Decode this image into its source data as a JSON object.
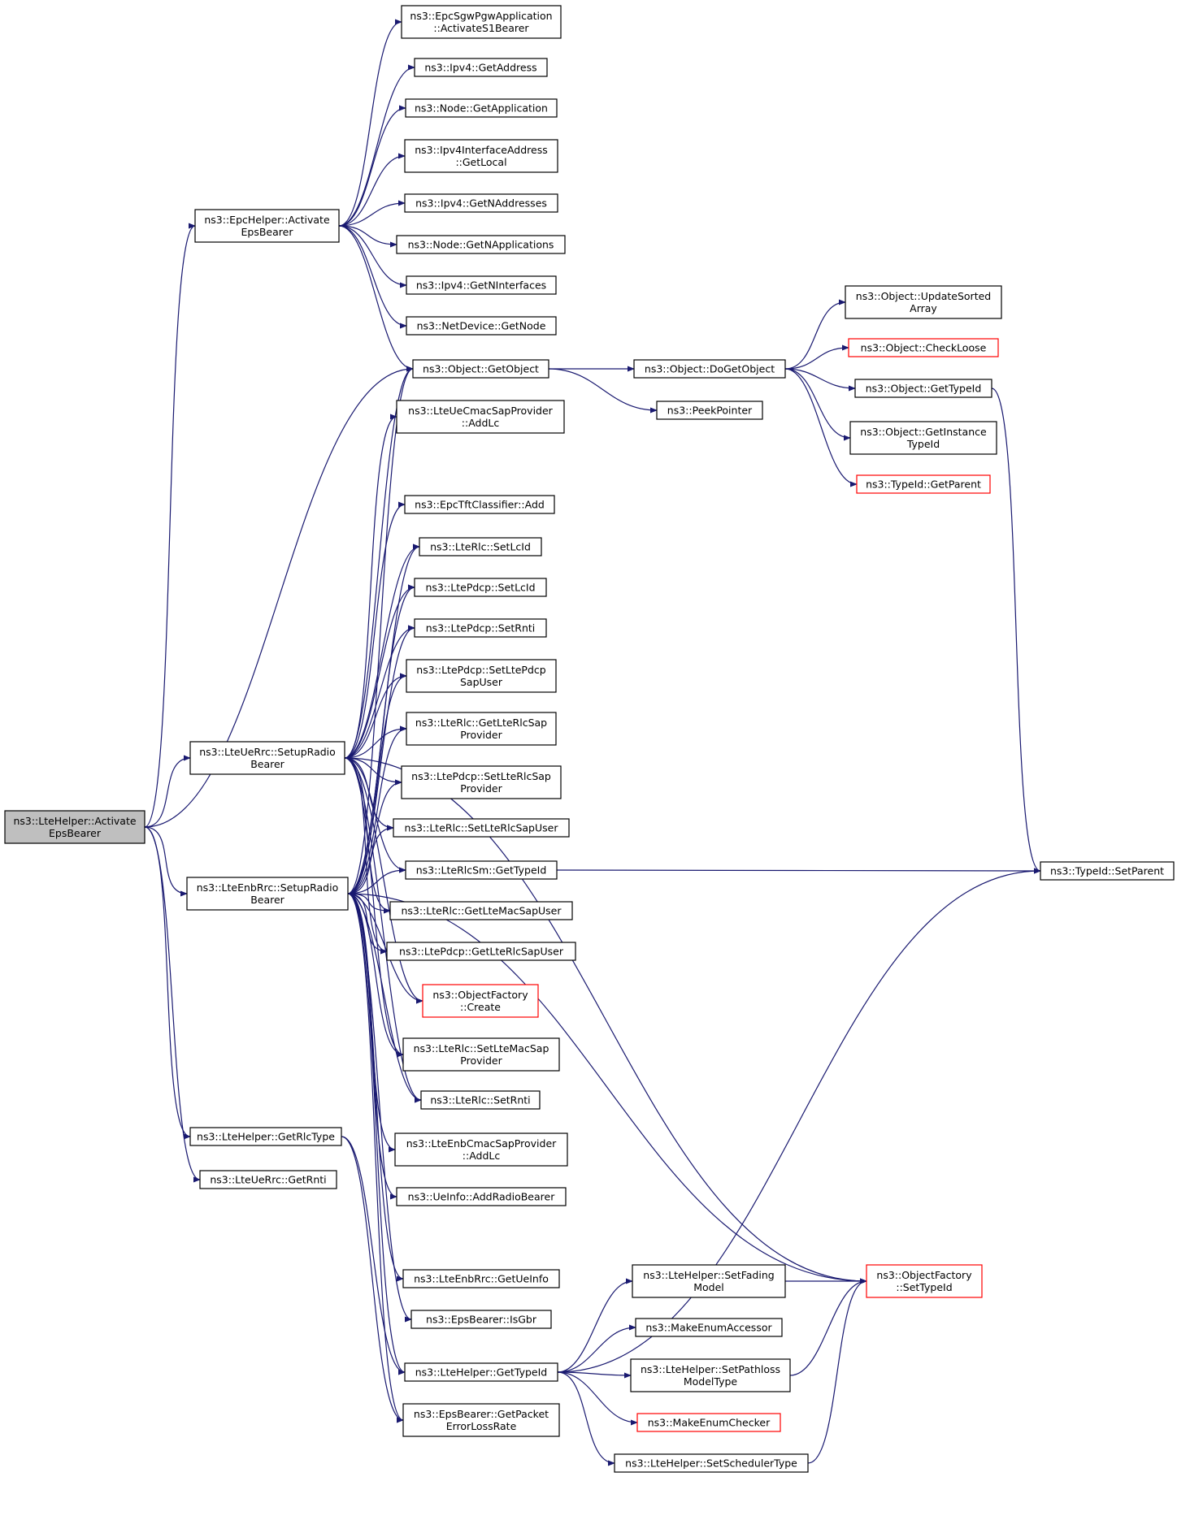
{
  "colors": {
    "edge": "#191970",
    "node_border": "#000000",
    "node_border_truncated": "#ff0000",
    "node_fill": "#ffffff",
    "root_fill": "#bfbfbf"
  },
  "nodes": [
    {
      "id": "root",
      "lines": [
        "ns3::LteHelper::Activate",
        "EpsBearer"
      ],
      "border": "black",
      "fill": "gray"
    },
    {
      "id": "epc_activate",
      "lines": [
        "ns3::EpcHelper::Activate",
        "EpsBearer"
      ],
      "border": "black"
    },
    {
      "id": "uerrc_setup",
      "lines": [
        "ns3::LteUeRrc::SetupRadio",
        "Bearer"
      ],
      "border": "black"
    },
    {
      "id": "enbrrc_setup",
      "lines": [
        "ns3::LteEnbRrc::SetupRadio",
        "Bearer"
      ],
      "border": "black"
    },
    {
      "id": "getrlctype",
      "lines": [
        "ns3::LteHelper::GetRlcType"
      ],
      "border": "black"
    },
    {
      "id": "uerrc_getrnti",
      "lines": [
        "ns3::LteUeRrc::GetRnti"
      ],
      "border": "black"
    },
    {
      "id": "activates1",
      "lines": [
        "ns3::EpcSgwPgwApplication",
        "::ActivateS1Bearer"
      ],
      "border": "black"
    },
    {
      "id": "ipv4_getaddress",
      "lines": [
        "ns3::Ipv4::GetAddress"
      ],
      "border": "black"
    },
    {
      "id": "node_getapp",
      "lines": [
        "ns3::Node::GetApplication"
      ],
      "border": "black"
    },
    {
      "id": "ipv4if_getlocal",
      "lines": [
        "ns3::Ipv4InterfaceAddress",
        "::GetLocal"
      ],
      "border": "black"
    },
    {
      "id": "ipv4_getnaddr",
      "lines": [
        "ns3::Ipv4::GetNAddresses"
      ],
      "border": "black"
    },
    {
      "id": "node_getnapps",
      "lines": [
        "ns3::Node::GetNApplications"
      ],
      "border": "black"
    },
    {
      "id": "ipv4_getnif",
      "lines": [
        "ns3::Ipv4::GetNInterfaces"
      ],
      "border": "black"
    },
    {
      "id": "netdev_getnode",
      "lines": [
        "ns3::NetDevice::GetNode"
      ],
      "border": "black"
    },
    {
      "id": "object_getobject",
      "lines": [
        "ns3::Object::GetObject"
      ],
      "border": "black"
    },
    {
      "id": "uecmac_addlc",
      "lines": [
        "ns3::LteUeCmacSapProvider",
        "::AddLc"
      ],
      "border": "black"
    },
    {
      "id": "tft_add",
      "lines": [
        "ns3::EpcTftClassifier::Add"
      ],
      "border": "black"
    },
    {
      "id": "rlc_setlcid",
      "lines": [
        "ns3::LteRlc::SetLcId"
      ],
      "border": "black"
    },
    {
      "id": "pdcp_setlcid",
      "lines": [
        "ns3::LtePdcp::SetLcId"
      ],
      "border": "black"
    },
    {
      "id": "pdcp_setrnti",
      "lines": [
        "ns3::LtePdcp::SetRnti"
      ],
      "border": "black"
    },
    {
      "id": "pdcp_setsapuser",
      "lines": [
        "ns3::LtePdcp::SetLtePdcp",
        "SapUser"
      ],
      "border": "black"
    },
    {
      "id": "rlc_getsapprov",
      "lines": [
        "ns3::LteRlc::GetLteRlcSap",
        "Provider"
      ],
      "border": "black"
    },
    {
      "id": "pdcp_setrlcsapprov",
      "lines": [
        "ns3::LtePdcp::SetLteRlcSap",
        "Provider"
      ],
      "border": "black"
    },
    {
      "id": "rlc_setrlcsapuser",
      "lines": [
        "ns3::LteRlc::SetLteRlcSapUser"
      ],
      "border": "black"
    },
    {
      "id": "rlcsm_gettypeid",
      "lines": [
        "ns3::LteRlcSm::GetTypeId"
      ],
      "border": "black"
    },
    {
      "id": "rlc_getmacsapuser",
      "lines": [
        "ns3::LteRlc::GetLteMacSapUser"
      ],
      "border": "black"
    },
    {
      "id": "pdcp_getrlcsapuser",
      "lines": [
        "ns3::LtePdcp::GetLteRlcSapUser"
      ],
      "border": "black"
    },
    {
      "id": "objfactory_create",
      "lines": [
        "ns3::ObjectFactory",
        "::Create"
      ],
      "border": "red"
    },
    {
      "id": "rlc_setmacsapprov",
      "lines": [
        "ns3::LteRlc::SetLteMacSap",
        "Provider"
      ],
      "border": "black"
    },
    {
      "id": "rlc_setrnti",
      "lines": [
        "ns3::LteRlc::SetRnti"
      ],
      "border": "black"
    },
    {
      "id": "enbcmac_addlc",
      "lines": [
        "ns3::LteEnbCmacSapProvider",
        "::AddLc"
      ],
      "border": "black"
    },
    {
      "id": "ueinfo_addrb",
      "lines": [
        "ns3::UeInfo::AddRadioBearer"
      ],
      "border": "black"
    },
    {
      "id": "enbrrc_getueinfo",
      "lines": [
        "ns3::LteEnbRrc::GetUeInfo"
      ],
      "border": "black"
    },
    {
      "id": "epsbearer_isgbr",
      "lines": [
        "ns3::EpsBearer::IsGbr"
      ],
      "border": "black"
    },
    {
      "id": "ltehelper_gettypeid",
      "lines": [
        "ns3::LteHelper::GetTypeId"
      ],
      "border": "black"
    },
    {
      "id": "epsbearer_getper",
      "lines": [
        "ns3::EpsBearer::GetPacket",
        "ErrorLossRate"
      ],
      "border": "black"
    },
    {
      "id": "object_dogetobject",
      "lines": [
        "ns3::Object::DoGetObject"
      ],
      "border": "black"
    },
    {
      "id": "peekpointer",
      "lines": [
        "ns3::PeekPointer"
      ],
      "border": "black"
    },
    {
      "id": "object_updatesorted",
      "lines": [
        "ns3::Object::UpdateSorted",
        "Array"
      ],
      "border": "black"
    },
    {
      "id": "object_checkloose",
      "lines": [
        "ns3::Object::CheckLoose"
      ],
      "border": "red"
    },
    {
      "id": "object_gettypeid",
      "lines": [
        "ns3::Object::GetTypeId"
      ],
      "border": "black"
    },
    {
      "id": "object_getinstancetypeid",
      "lines": [
        "ns3::Object::GetInstance",
        "TypeId"
      ],
      "border": "black"
    },
    {
      "id": "typeid_getparent",
      "lines": [
        "ns3::TypeId::GetParent"
      ],
      "border": "red"
    },
    {
      "id": "typeid_setparent",
      "lines": [
        "ns3::TypeId::SetParent"
      ],
      "border": "black"
    },
    {
      "id": "objfactory_settypeid",
      "lines": [
        "ns3::ObjectFactory",
        "::SetTypeId"
      ],
      "border": "red"
    },
    {
      "id": "ltehelper_setfading",
      "lines": [
        "ns3::LteHelper::SetFading",
        "Model"
      ],
      "border": "black"
    },
    {
      "id": "makeenumaccessor",
      "lines": [
        "ns3::MakeEnumAccessor"
      ],
      "border": "black"
    },
    {
      "id": "ltehelper_setpathloss",
      "lines": [
        "ns3::LteHelper::SetPathloss",
        "ModelType"
      ],
      "border": "black"
    },
    {
      "id": "makeenumchecker",
      "lines": [
        "ns3::MakeEnumChecker"
      ],
      "border": "red"
    },
    {
      "id": "ltehelper_setscheduler",
      "lines": [
        "ns3::LteHelper::SetSchedulerType"
      ],
      "border": "black"
    }
  ],
  "edges": [
    {
      "from": "root",
      "to": "epc_activate"
    },
    {
      "from": "root",
      "to": "object_getobject"
    },
    {
      "from": "root",
      "to": "uerrc_setup"
    },
    {
      "from": "root",
      "to": "enbrrc_setup"
    },
    {
      "from": "root",
      "to": "getrlctype"
    },
    {
      "from": "root",
      "to": "uerrc_getrnti"
    },
    {
      "from": "epc_activate",
      "to": "activates1"
    },
    {
      "from": "epc_activate",
      "to": "ipv4_getaddress"
    },
    {
      "from": "epc_activate",
      "to": "node_getapp"
    },
    {
      "from": "epc_activate",
      "to": "ipv4if_getlocal"
    },
    {
      "from": "epc_activate",
      "to": "ipv4_getnaddr"
    },
    {
      "from": "epc_activate",
      "to": "node_getnapps"
    },
    {
      "from": "epc_activate",
      "to": "ipv4_getnif"
    },
    {
      "from": "epc_activate",
      "to": "netdev_getnode"
    },
    {
      "from": "epc_activate",
      "to": "object_getobject"
    },
    {
      "from": "object_getobject",
      "to": "object_dogetobject"
    },
    {
      "from": "object_getobject",
      "to": "peekpointer"
    },
    {
      "from": "object_dogetobject",
      "to": "object_updatesorted"
    },
    {
      "from": "object_dogetobject",
      "to": "object_checkloose"
    },
    {
      "from": "object_dogetobject",
      "to": "object_gettypeid"
    },
    {
      "from": "object_dogetobject",
      "to": "object_getinstancetypeid"
    },
    {
      "from": "object_dogetobject",
      "to": "typeid_getparent"
    },
    {
      "from": "object_gettypeid",
      "to": "typeid_setparent"
    },
    {
      "from": "rlcsm_gettypeid",
      "to": "typeid_setparent"
    },
    {
      "from": "uerrc_setup",
      "to": "object_getobject"
    },
    {
      "from": "uerrc_setup",
      "to": "uecmac_addlc"
    },
    {
      "from": "uerrc_setup",
      "to": "objfactory_settypeid"
    },
    {
      "from": "uerrc_setup",
      "to": "tft_add"
    },
    {
      "from": "uerrc_setup",
      "to": "rlc_setlcid"
    },
    {
      "from": "uerrc_setup",
      "to": "pdcp_setlcid"
    },
    {
      "from": "uerrc_setup",
      "to": "pdcp_setrnti"
    },
    {
      "from": "uerrc_setup",
      "to": "pdcp_setsapuser"
    },
    {
      "from": "uerrc_setup",
      "to": "rlc_getsapprov"
    },
    {
      "from": "uerrc_setup",
      "to": "pdcp_setrlcsapprov"
    },
    {
      "from": "uerrc_setup",
      "to": "rlc_setrlcsapuser"
    },
    {
      "from": "uerrc_setup",
      "to": "rlcsm_gettypeid"
    },
    {
      "from": "uerrc_setup",
      "to": "rlc_getmacsapuser"
    },
    {
      "from": "uerrc_setup",
      "to": "pdcp_getrlcsapuser"
    },
    {
      "from": "uerrc_setup",
      "to": "objfactory_create"
    },
    {
      "from": "uerrc_setup",
      "to": "rlc_setmacsapprov"
    },
    {
      "from": "uerrc_setup",
      "to": "rlc_setrnti"
    },
    {
      "from": "enbrrc_setup",
      "to": "object_getobject"
    },
    {
      "from": "enbrrc_setup",
      "to": "rlc_setlcid"
    },
    {
      "from": "enbrrc_setup",
      "to": "pdcp_setlcid"
    },
    {
      "from": "enbrrc_setup",
      "to": "pdcp_setrnti"
    },
    {
      "from": "enbrrc_setup",
      "to": "pdcp_setsapuser"
    },
    {
      "from": "enbrrc_setup",
      "to": "rlc_getsapprov"
    },
    {
      "from": "enbrrc_setup",
      "to": "pdcp_setrlcsapprov"
    },
    {
      "from": "enbrrc_setup",
      "to": "rlc_setrlcsapuser"
    },
    {
      "from": "enbrrc_setup",
      "to": "rlcsm_gettypeid"
    },
    {
      "from": "enbrrc_setup",
      "to": "rlc_getmacsapuser"
    },
    {
      "from": "enbrrc_setup",
      "to": "pdcp_getrlcsapuser"
    },
    {
      "from": "enbrrc_setup",
      "to": "objfactory_create"
    },
    {
      "from": "enbrrc_setup",
      "to": "rlc_setmacsapprov"
    },
    {
      "from": "enbrrc_setup",
      "to": "rlc_setrnti"
    },
    {
      "from": "enbrrc_setup",
      "to": "enbcmac_addlc"
    },
    {
      "from": "enbrrc_setup",
      "to": "ueinfo_addrb"
    },
    {
      "from": "enbrrc_setup",
      "to": "objfactory_settypeid"
    },
    {
      "from": "enbrrc_setup",
      "to": "enbrrc_getueinfo"
    },
    {
      "from": "enbrrc_setup",
      "to": "epsbearer_isgbr"
    },
    {
      "from": "enbrrc_setup",
      "to": "ltehelper_gettypeid"
    },
    {
      "from": "enbrrc_setup",
      "to": "epsbearer_getper"
    },
    {
      "from": "getrlctype",
      "to": "ltehelper_gettypeid"
    },
    {
      "from": "getrlctype",
      "to": "epsbearer_getper"
    },
    {
      "from": "ltehelper_gettypeid",
      "to": "ltehelper_setfading"
    },
    {
      "from": "ltehelper_gettypeid",
      "to": "makeenumaccessor"
    },
    {
      "from": "ltehelper_gettypeid",
      "to": "ltehelper_setpathloss"
    },
    {
      "from": "ltehelper_gettypeid",
      "to": "makeenumchecker"
    },
    {
      "from": "ltehelper_gettypeid",
      "to": "ltehelper_setscheduler"
    },
    {
      "from": "ltehelper_gettypeid",
      "to": "typeid_setparent"
    },
    {
      "from": "ltehelper_setfading",
      "to": "objfactory_settypeid"
    },
    {
      "from": "ltehelper_setpathloss",
      "to": "objfactory_settypeid"
    },
    {
      "from": "ltehelper_setscheduler",
      "to": "objfactory_settypeid"
    }
  ]
}
